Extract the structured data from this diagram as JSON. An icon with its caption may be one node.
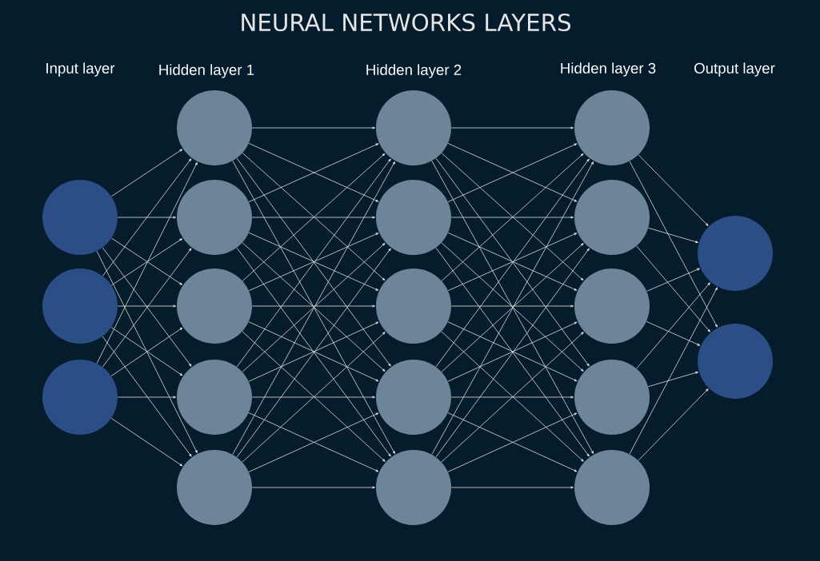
{
  "diagram": {
    "title": "NEURAL NETWORKS LAYERS",
    "nodes": [
      {
        "text": [],
        "shape": "circle"
      },
      {
        "text": [],
        "shape": "circle"
      },
      {
        "text": [],
        "shape": "circle"
      },
      {
        "text": [],
        "shape": "circle"
      },
      {
        "text": [],
        "shape": "circle"
      },
      {
        "text": [],
        "shape": "circle"
      },
      {
        "text": [],
        "shape": "circle"
      },
      {
        "text": [],
        "shape": "circle"
      },
      {
        "text": [],
        "shape": "circle"
      },
      {
        "text": [],
        "shape": "circle"
      },
      {
        "text": [],
        "shape": "circle"
      },
      {
        "text": [],
        "shape": "circle"
      },
      {
        "text": [],
        "shape": "circle"
      },
      {
        "text": [],
        "shape": "circle"
      },
      {
        "text": [],
        "shape": "circle"
      },
      {
        "text": [],
        "shape": "circle"
      },
      {
        "text": [],
        "shape": "circle"
      },
      {
        "text": [],
        "shape": "circle"
      },
      {
        "text": [],
        "shape": "circle"
      },
      {
        "text": [],
        "shape": "circle"
      }
    ],
    "edges": [
      {
        "from": 0,
        "to": 3,
        "arrow": "to"
      },
      {
        "from": 0,
        "to": 4,
        "arrow": "to"
      },
      {
        "from": 0,
        "to": 5,
        "arrow": "to"
      },
      {
        "from": 0,
        "to": 6,
        "arrow": "to"
      },
      {
        "from": 0,
        "to": 7,
        "arrow": "to"
      },
      {
        "from": 1,
        "to": 3,
        "arrow": "to"
      },
      {
        "from": 1,
        "to": 4,
        "arrow": "to"
      },
      {
        "from": 1,
        "to": 5,
        "arrow": "to"
      },
      {
        "from": 1,
        "to": 6,
        "arrow": "to"
      },
      {
        "from": 1,
        "to": 7,
        "arrow": "to"
      },
      {
        "from": 2,
        "to": 3,
        "arrow": "to"
      },
      {
        "from": 2,
        "to": 4,
        "arrow": "to"
      },
      {
        "from": 2,
        "to": 5,
        "arrow": "to"
      },
      {
        "from": 2,
        "to": 6,
        "arrow": "to"
      },
      {
        "from": 2,
        "to": 7,
        "arrow": "to"
      },
      {
        "from": 3,
        "to": 8,
        "arrow": "to"
      },
      {
        "from": 3,
        "to": 9,
        "arrow": "to"
      },
      {
        "from": 3,
        "to": 10,
        "arrow": "to"
      },
      {
        "from": 3,
        "to": 11,
        "arrow": "to"
      },
      {
        "from": 3,
        "to": 12,
        "arrow": "to"
      },
      {
        "from": 4,
        "to": 8,
        "arrow": "to"
      },
      {
        "from": 4,
        "to": 9,
        "arrow": "to"
      },
      {
        "from": 4,
        "to": 10,
        "arrow": "to"
      },
      {
        "from": 4,
        "to": 11,
        "arrow": "to"
      },
      {
        "from": 4,
        "to": 12,
        "arrow": "to"
      },
      {
        "from": 5,
        "to": 8,
        "arrow": "to"
      },
      {
        "from": 5,
        "to": 9,
        "arrow": "to"
      },
      {
        "from": 5,
        "to": 10,
        "arrow": "to"
      },
      {
        "from": 5,
        "to": 11,
        "arrow": "to"
      },
      {
        "from": 5,
        "to": 12,
        "arrow": "to"
      },
      {
        "from": 6,
        "to": 8,
        "arrow": "to"
      },
      {
        "from": 6,
        "to": 9,
        "arrow": "to"
      },
      {
        "from": 6,
        "to": 10,
        "arrow": "to"
      },
      {
        "from": 6,
        "to": 11,
        "arrow": "to"
      },
      {
        "from": 6,
        "to": 12,
        "arrow": "to"
      },
      {
        "from": 7,
        "to": 8,
        "arrow": "to"
      },
      {
        "from": 7,
        "to": 9,
        "arrow": "to"
      },
      {
        "from": 7,
        "to": 10,
        "arrow": "to"
      },
      {
        "from": 7,
        "to": 11,
        "arrow": "to"
      },
      {
        "from": 7,
        "to": 12,
        "arrow": "to"
      },
      {
        "from": 8,
        "to": 13,
        "arrow": "to"
      },
      {
        "from": 8,
        "to": 14,
        "arrow": "to"
      },
      {
        "from": 8,
        "to": 15,
        "arrow": "to"
      },
      {
        "from": 8,
        "to": 16,
        "arrow": "to"
      },
      {
        "from": 8,
        "to": 17,
        "arrow": "to"
      },
      {
        "from": 9,
        "to": 13,
        "arrow": "to"
      },
      {
        "from": 9,
        "to": 14,
        "arrow": "to"
      },
      {
        "from": 9,
        "to": 15,
        "arrow": "to"
      },
      {
        "from": 9,
        "to": 16,
        "arrow": "to"
      },
      {
        "from": 9,
        "to": 17,
        "arrow": "to"
      },
      {
        "from": 10,
        "to": 13,
        "arrow": "to"
      },
      {
        "from": 10,
        "to": 14,
        "arrow": "to"
      },
      {
        "from": 10,
        "to": 15,
        "arrow": "to"
      },
      {
        "from": 10,
        "to": 16,
        "arrow": "to"
      },
      {
        "from": 10,
        "to": 17,
        "arrow": "to"
      },
      {
        "from": 11,
        "to": 13,
        "arrow": "to"
      },
      {
        "from": 11,
        "to": 14,
        "arrow": "to"
      },
      {
        "from": 11,
        "to": 15,
        "arrow": "to"
      },
      {
        "from": 11,
        "to": 16,
        "arrow": "to"
      },
      {
        "from": 11,
        "to": 17,
        "arrow": "to"
      },
      {
        "from": 12,
        "to": 13,
        "arrow": "to"
      },
      {
        "from": 12,
        "to": 14,
        "arrow": "to"
      },
      {
        "from": 12,
        "to": 15,
        "arrow": "to"
      },
      {
        "from": 12,
        "to": 16,
        "arrow": "to"
      },
      {
        "from": 12,
        "to": 17,
        "arrow": "to"
      },
      {
        "from": 13,
        "to": 18,
        "arrow": "to"
      },
      {
        "from": 13,
        "to": 19,
        "arrow": "to"
      },
      {
        "from": 14,
        "to": 18,
        "arrow": "to"
      },
      {
        "from": 14,
        "to": 19,
        "arrow": "to"
      },
      {
        "from": 15,
        "to": 18,
        "arrow": "to"
      },
      {
        "from": 15,
        "to": 19,
        "arrow": "to"
      },
      {
        "from": 16,
        "to": 18,
        "arrow": "to"
      },
      {
        "from": 16,
        "to": 19,
        "arrow": "to"
      },
      {
        "from": 17,
        "to": 18,
        "arrow": "to"
      },
      {
        "from": 17,
        "to": 19,
        "arrow": "to"
      }
    ],
    "labels": [
      "Input layer",
      "Hidden layer 1",
      "Hidden layer 2",
      "Hidden layer 3",
      "Output layer"
    ]
  }
}
